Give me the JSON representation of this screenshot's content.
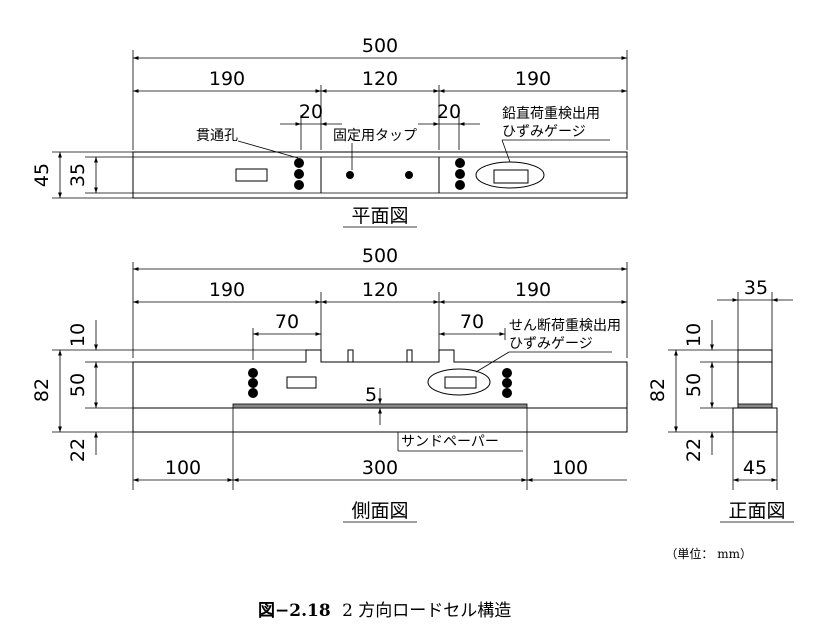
{
  "plan_view": {
    "dims": {
      "overall": "500",
      "left": "190",
      "middle": "120",
      "right": "190",
      "tap_left": "20",
      "tap_right": "20",
      "height_outer": "45",
      "height_inner": "35"
    },
    "labels": {
      "through_hole": "貫通孔",
      "fixing_tap": "固定用タップ",
      "vertical_gauge_line1": "鉛直荷重検出用",
      "vertical_gauge_line2": "ひずみゲージ"
    },
    "title": "平面図"
  },
  "side_view": {
    "dims": {
      "overall": "500",
      "left": "190",
      "middle": "120",
      "right": "190",
      "inner_left": "70",
      "inner_right": "70",
      "h_top": "10",
      "h_body": "50",
      "h_total": "82",
      "h_bottom": "22",
      "gap": "5",
      "bot_left": "100",
      "bot_middle": "300",
      "bot_right": "100"
    },
    "labels": {
      "shear_gauge_line1": "せん断荷重検出用",
      "shear_gauge_line2": "ひずみゲージ",
      "sandpaper": "サンドペーパー"
    },
    "title": "側面図"
  },
  "front_view": {
    "dims": {
      "top_width": "35",
      "h_top": "10",
      "h_body": "50",
      "h_total": "82",
      "h_bottom": "22",
      "bottom_width": "45"
    },
    "title": "正面図"
  },
  "unit": "（単位： mm）",
  "caption": {
    "number": "図−2.18",
    "text": "2 方向ロードセル構造"
  },
  "colors": {
    "line": "#000000",
    "hatch_grey": "#888888"
  }
}
